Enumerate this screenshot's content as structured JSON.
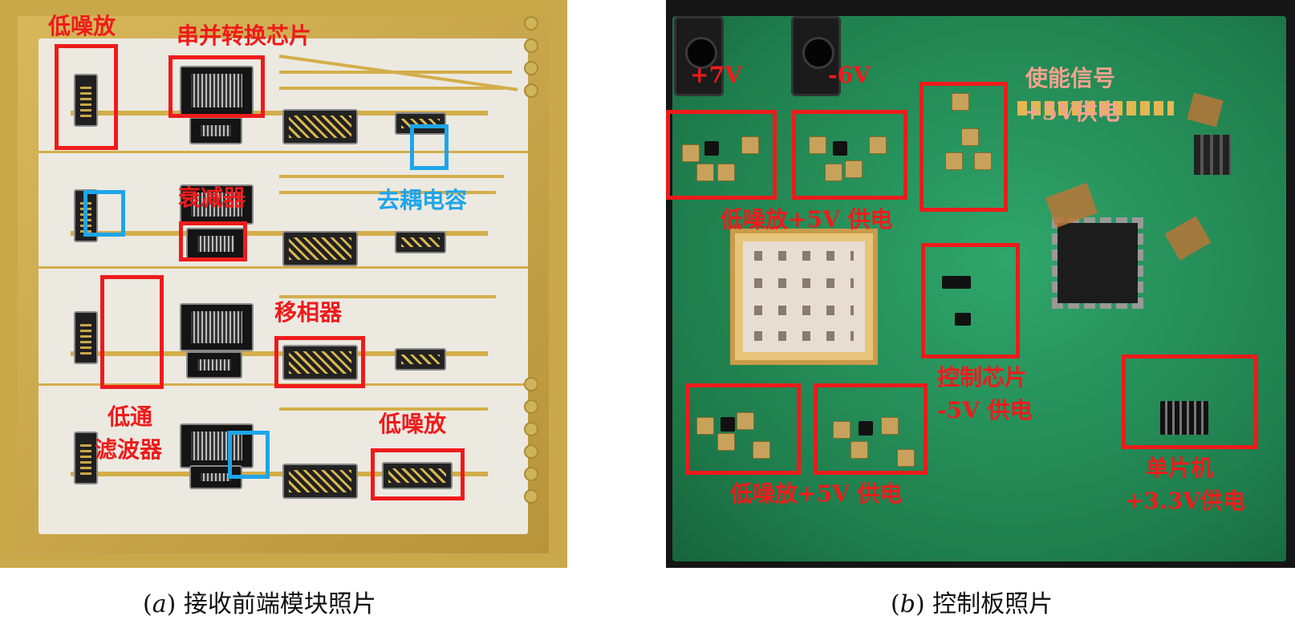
{
  "panel_a": {
    "labels": {
      "lna_top": "低噪放",
      "sp_converter": "串并转换芯片",
      "attenuator": "衰减器",
      "decoupling_cap": "去耦电容",
      "phase_shifter": "移相器",
      "lowpass_line1": "低通",
      "lowpass_line2": "滤波器",
      "lna_bottom": "低噪放"
    },
    "caption_prefix": "(",
    "caption_letter": "a",
    "caption_suffix": ") 接收前端模块照片"
  },
  "panel_b": {
    "labels": {
      "plus7v": "+7V",
      "minus6v": "-6V",
      "enable_signal": "使能信号",
      "enable_power": "+5V供电",
      "lna_power_top": "低噪放+5V 供电",
      "control_chip": "控制芯片",
      "control_power": "-5V 供电",
      "lna_power_bottom": "低噪放+5V 供电",
      "mcu": "单片机",
      "mcu_power": "+3.3V供电"
    },
    "caption_prefix": "(",
    "caption_letter": "b",
    "caption_suffix": ") 控制板照片"
  },
  "colors": {
    "annotation_red": "#ee1b1b",
    "annotation_blue": "#1ea5ea",
    "gold": "#c9a84a",
    "pcb_green": "#1f7e4d"
  }
}
